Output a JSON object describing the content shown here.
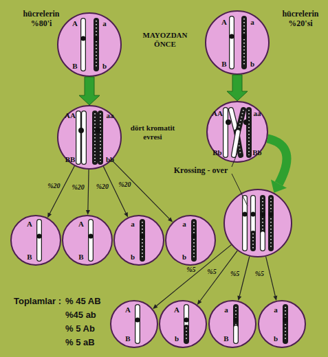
{
  "diagram": {
    "nodes": [
      {
        "text": [
          "hücrelerin %80'i",
          "A",
          "B",
          "a",
          "b"
        ]
      },
      {
        "text": [
          "hücrelerin %20'si",
          "A",
          "B",
          "a",
          "b"
        ]
      },
      {
        "text": [
          "AA",
          "aa",
          "BB",
          "bb"
        ]
      },
      {
        "text": [
          "AA",
          "aa",
          "Bb",
          "Bb"
        ]
      },
      {
        "text": [
          "Krossing - over"
        ]
      },
      {
        "text": [
          "A",
          "B"
        ]
      },
      {
        "text": [
          "A",
          "B"
        ]
      },
      {
        "text": [
          "a",
          "b"
        ]
      },
      {
        "text": [
          "a",
          "b"
        ]
      },
      {
        "text": [
          "A",
          "B"
        ]
      },
      {
        "text": [
          "A",
          "b"
        ]
      },
      {
        "text": [
          "a",
          "B"
        ]
      },
      {
        "text": [
          "a",
          "b"
        ]
      }
    ],
    "edges": [
      {
        "from": 0,
        "to": 2,
        "arrow": "to"
      },
      {
        "from": 1,
        "to": 3,
        "arrow": "to"
      },
      {
        "from": 3,
        "to": 4,
        "arrow": "to"
      },
      {
        "from": 2,
        "to": 5,
        "label": "%20",
        "arrow": "to"
      },
      {
        "from": 2,
        "to": 6,
        "label": "%20",
        "arrow": "to"
      },
      {
        "from": 2,
        "to": 7,
        "label": "%20",
        "arrow": "to"
      },
      {
        "from": 2,
        "to": 8,
        "label": "%20",
        "arrow": "to"
      },
      {
        "from": 4,
        "to": 9,
        "label": "%5",
        "arrow": "to"
      },
      {
        "from": 4,
        "to": 10,
        "label": "%5",
        "arrow": "to"
      },
      {
        "from": 4,
        "to": 11,
        "label": "%5",
        "arrow": "to"
      },
      {
        "from": 4,
        "to": 12,
        "label": "%5",
        "arrow": "to"
      }
    ],
    "labels": [
      "MAYOZDAN ÖNCE",
      "dört kromatit evresi",
      "Toplamlar :",
      "% 45 AB",
      "%45 ab",
      "% 5 Ab",
      "% 5 aB"
    ]
  }
}
